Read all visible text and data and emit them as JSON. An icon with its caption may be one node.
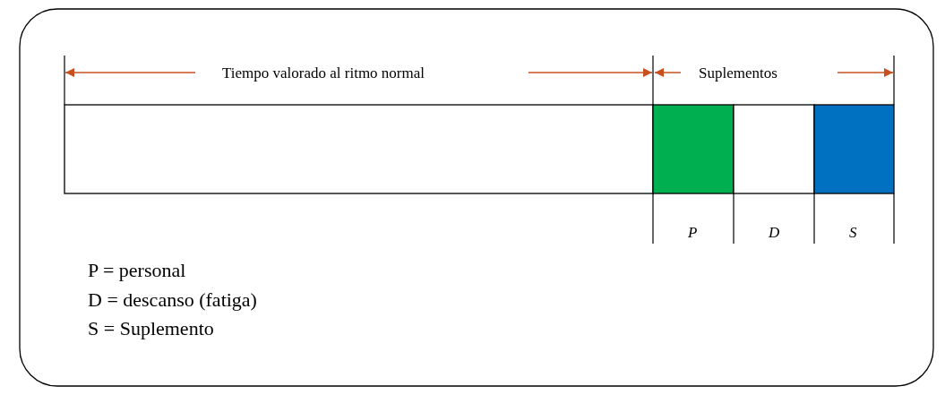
{
  "diagram": {
    "labels": [
      "Tiempo valorado al ritmo normal",
      "Suplementos",
      "P",
      "D",
      "S",
      "P = personal",
      "D = descanso (fatiga)",
      "S = Suplemento"
    ]
  }
}
